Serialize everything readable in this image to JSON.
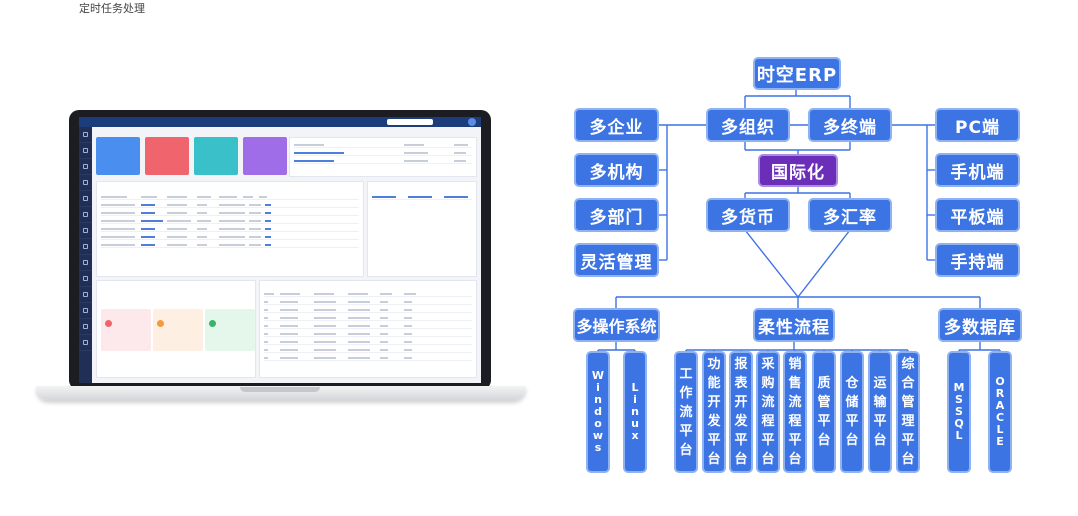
{
  "page": {
    "title": "定时任务处理"
  },
  "colors": {
    "node": "#3d74e3",
    "center": "#6a2eb8",
    "line": "#3d74e3"
  },
  "laptop": {
    "kpi_colors": [
      "#4a8ef0",
      "#f0646e",
      "#39c0c8",
      "#a06de8"
    ],
    "stat_colors": [
      "#fde8ec",
      "#fdf0e2",
      "#e4f7ea"
    ]
  },
  "diagram": {
    "root": "时空ERP",
    "left": [
      "多企业",
      "多机构",
      "多部门",
      "灵活管理"
    ],
    "mid_top": [
      "多组织",
      "多终端"
    ],
    "center": "国际化",
    "mid_bottom": [
      "多货币",
      "多汇率"
    ],
    "right": [
      "PC端",
      "手机端",
      "平板端",
      "手持端"
    ],
    "categories": [
      "多操作系统",
      "柔性流程",
      "多数据库"
    ],
    "os": [
      "Windows",
      "Linux"
    ],
    "flows": [
      "工作流平台",
      "功能开发平台",
      "报表开发平台",
      "采购流程平台",
      "销售流程平台",
      "质管平台",
      "仓储平台",
      "运输平台",
      "综合管理平台"
    ],
    "databases": [
      "MSSQL",
      "ORACLE"
    ]
  }
}
